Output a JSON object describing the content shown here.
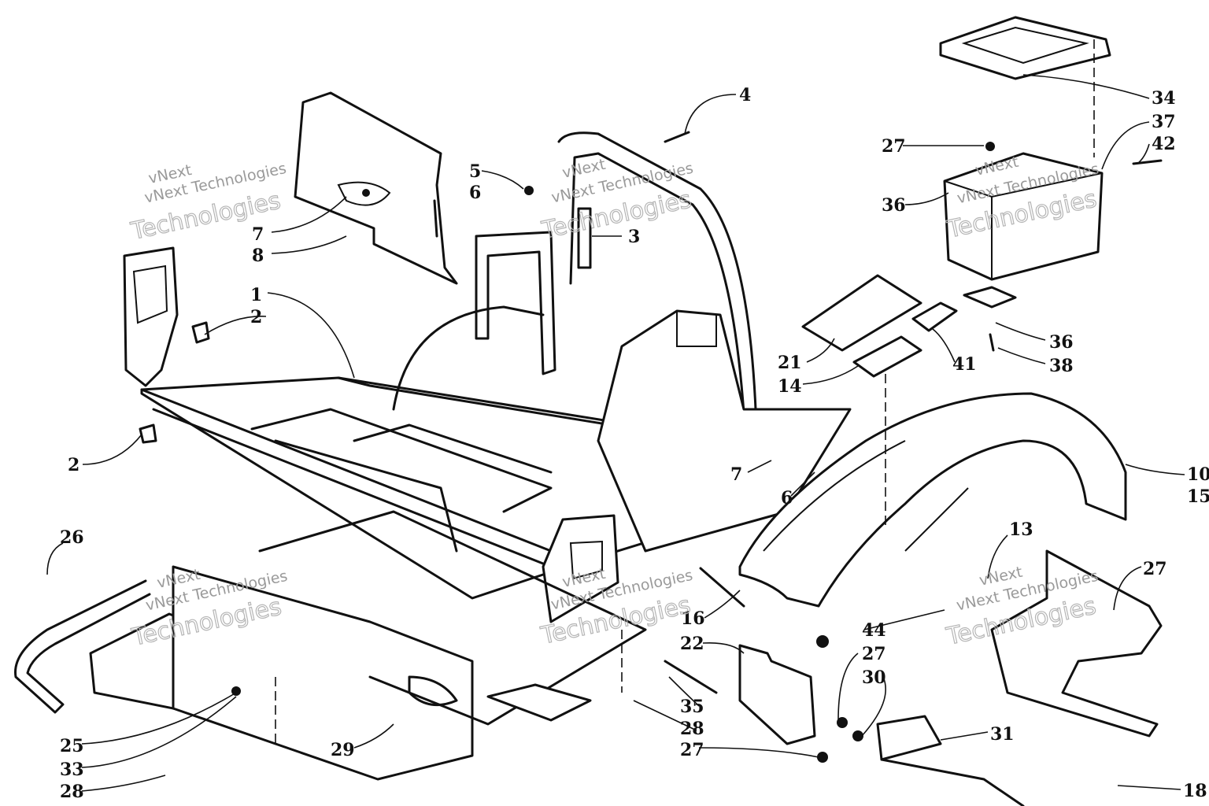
{
  "callouts": [
    "1",
    "2",
    "2",
    "3",
    "4",
    "5",
    "6",
    "7",
    "8",
    "7",
    "6",
    "10",
    "15",
    "13",
    "14",
    "21",
    "41",
    "36",
    "38",
    "27",
    "36",
    "34",
    "37",
    "42",
    "16",
    "22",
    "35",
    "28",
    "27",
    "44",
    "27",
    "30",
    "31",
    "18",
    "27",
    "26",
    "25",
    "33",
    "28",
    "29"
  ],
  "watermark": {
    "company": "vNext Technologies",
    "big": "Technologies",
    "small": "vNext"
  },
  "colors": {
    "ink": "#111111",
    "watermark": "#9a9a9a",
    "background": "#ffffff"
  }
}
